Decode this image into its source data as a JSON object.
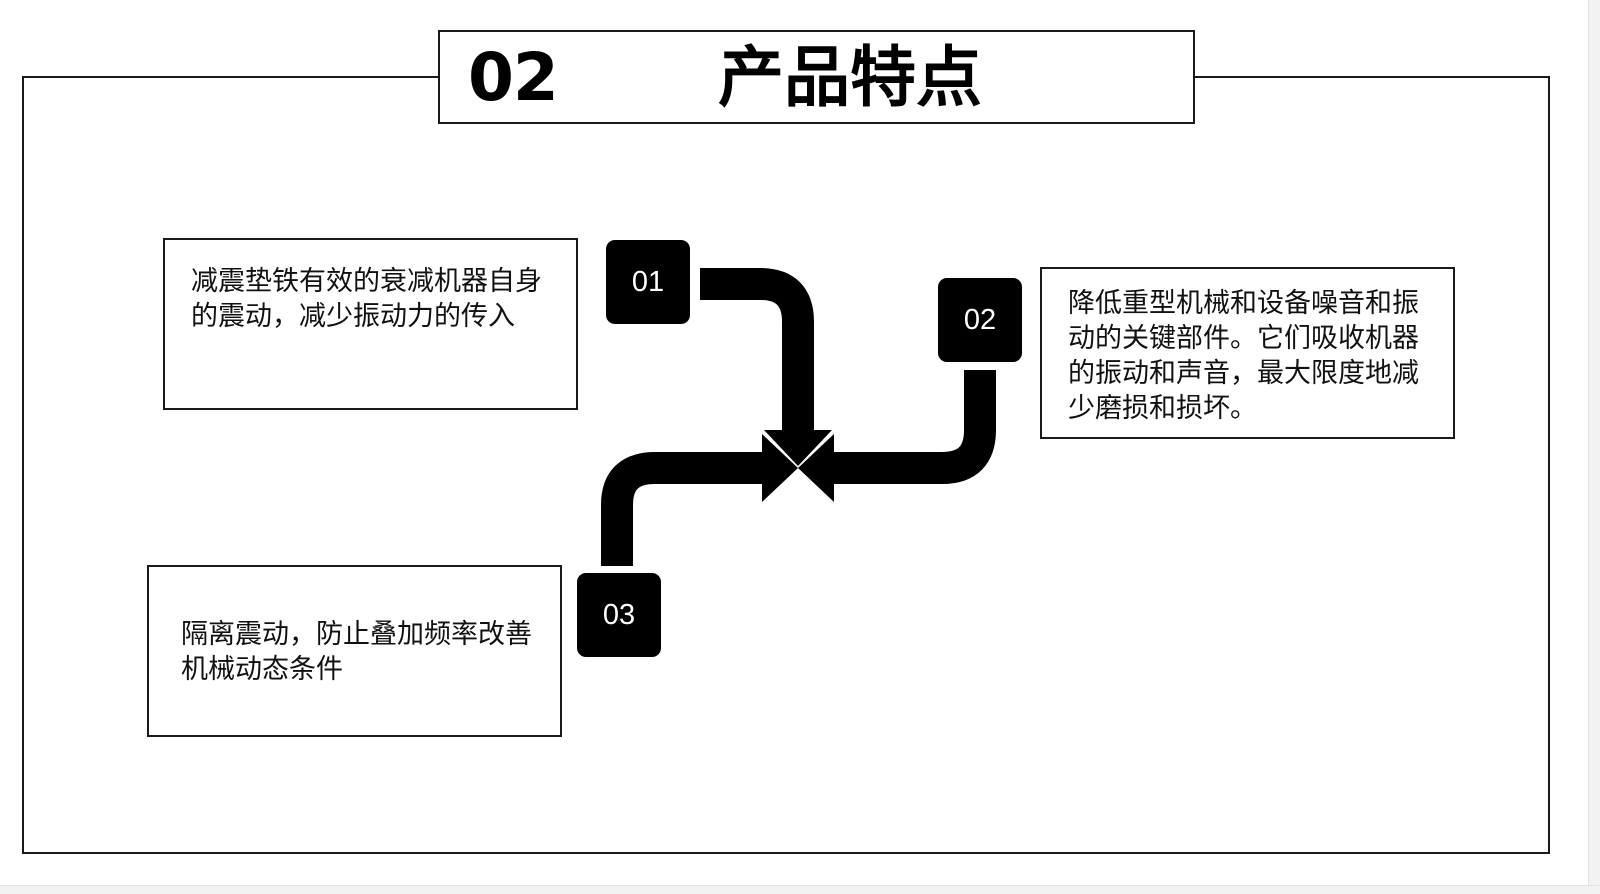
{
  "title": {
    "number": "02",
    "text": "产品特点"
  },
  "items": [
    {
      "badge": "01",
      "text": "减震垫铁有效的衰减机器自身的震动，减少振动力的传入"
    },
    {
      "badge": "02",
      "text": "降低重型机械和设备噪音和振动的关键部件。它们吸收机器的振动和声音，最大限度地减少磨损和损坏。"
    },
    {
      "badge": "03",
      "text": "隔离震动，防止叠加频率改善机械动态条件"
    }
  ],
  "colors": {
    "ink": "#000000",
    "background": "#ffffff"
  }
}
